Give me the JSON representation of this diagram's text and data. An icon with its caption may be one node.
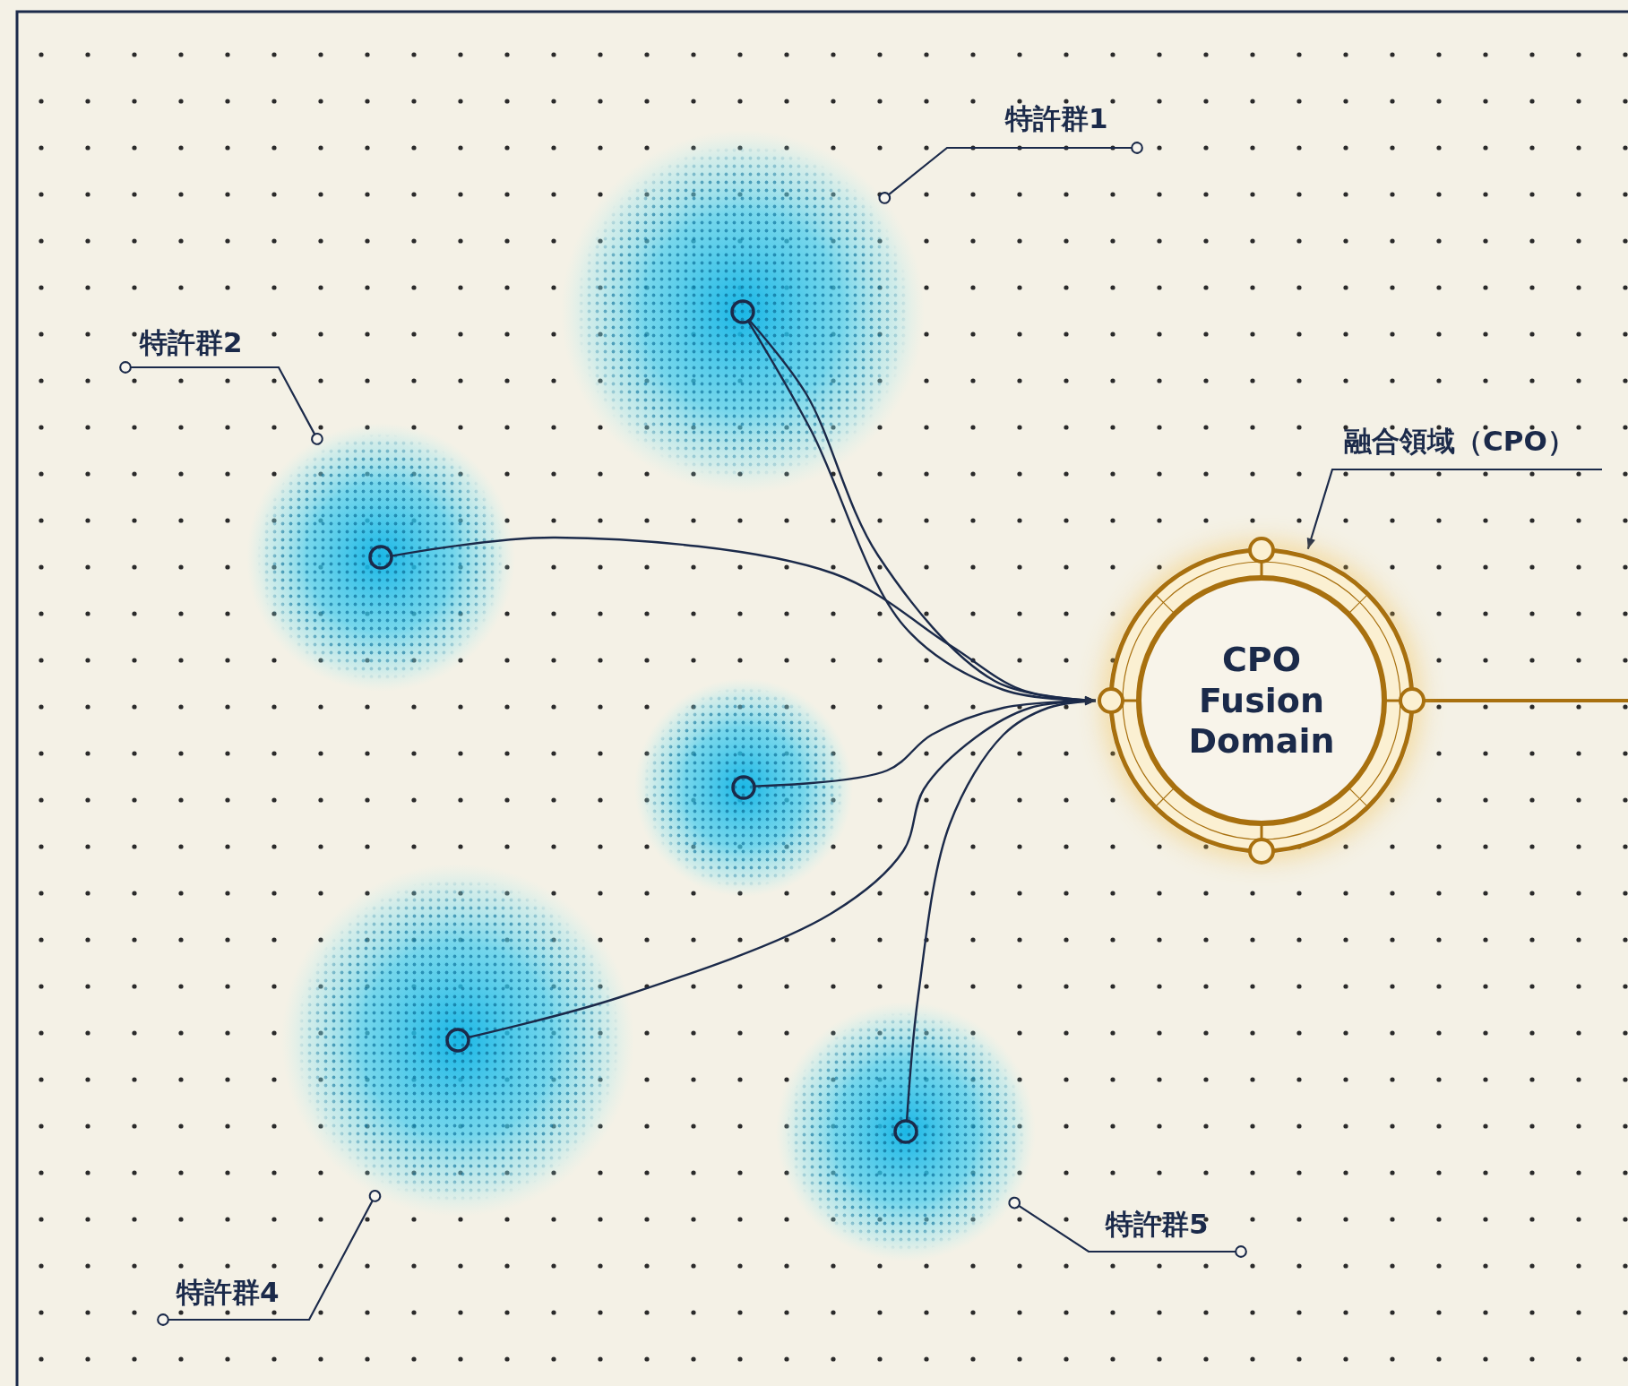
{
  "diagram": {
    "nodes": [
      {
        "text": [
          "特許群1"
        ]
      },
      {
        "text": [],
        "shape": "circle"
      },
      {
        "text": [
          "特許群2"
        ]
      },
      {
        "text": [],
        "shape": "circle"
      },
      {
        "text": [
          "融合領域（CPO）"
        ]
      },
      {
        "text": [
          "CPO Fusion Domain"
        ]
      },
      {
        "text": [],
        "shape": "circle"
      },
      {
        "text": [],
        "shape": "circle"
      },
      {
        "text": [],
        "shape": "circle"
      },
      {
        "text": [
          "特許群5"
        ]
      },
      {
        "text": [
          "特許群4"
        ]
      }
    ],
    "edges": [
      {
        "from": 1,
        "to": 5,
        "arrow": "to"
      },
      {
        "from": 1,
        "to": 5,
        "arrow": "to"
      },
      {
        "from": 3,
        "to": 5,
        "arrow": "to"
      },
      {
        "from": 6,
        "to": 5,
        "arrow": "to"
      },
      {
        "from": 7,
        "to": 5,
        "arrow": "to"
      },
      {
        "from": 8,
        "to": 5,
        "arrow": "to"
      },
      {
        "from": 5,
        "to": null,
        "arrow": "none",
        "color": "#a8700f"
      },
      {
        "from": 0,
        "to": 1,
        "arrow": "other"
      },
      {
        "from": 2,
        "to": 3,
        "arrow": "other"
      },
      {
        "from": 4,
        "to": 5,
        "arrow": "to"
      },
      {
        "from": 9,
        "to": 8,
        "arrow": "other"
      },
      {
        "from": 10,
        "to": 7,
        "arrow": "other"
      }
    ]
  }
}
